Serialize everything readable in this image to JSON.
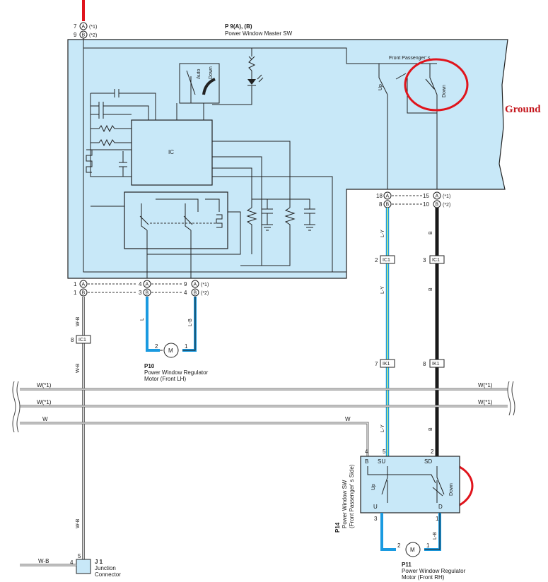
{
  "master_switch": {
    "code": "P 9(A), (B)",
    "name": "Power Window Master SW",
    "ic_label": "IC",
    "auto_label": "Auto",
    "down_label": "Down",
    "front_passenger_label": "Front Passenger' s",
    "up_label": "Up",
    "down_label_2": "Down"
  },
  "annotation": {
    "text": "Ground",
    "color": "#c4161c"
  },
  "top_pins": [
    {
      "num": "7",
      "conn": "A",
      "note": "(*1)"
    },
    {
      "num": "9",
      "conn": "B",
      "note": "(*2)"
    }
  ],
  "right_pins": [
    {
      "left_num": "18",
      "left_conn": "A",
      "right_num": "15",
      "right_conn": "A",
      "note": "(*1)"
    },
    {
      "left_num": "8",
      "left_conn": "B",
      "right_num": "10",
      "right_conn": "B",
      "note": "(*2)"
    }
  ],
  "bottom_pins": [
    {
      "a_num": "1",
      "a_conn": "A",
      "b_num": "4",
      "b_conn": "A",
      "c_num": "9",
      "c_conn": "A",
      "note": "(*1)"
    },
    {
      "a_num": "1",
      "a_conn": "B",
      "b_num": "3",
      "b_conn": "B",
      "c_num": "4",
      "c_conn": "B",
      "note": "(*2)"
    }
  ],
  "wire_colors": {
    "w_b_1": "W-B",
    "w_b_2": "W-B",
    "w_b_3": "W-B",
    "w_b_4": "W-B",
    "l": "L",
    "l_b_1": "L-B",
    "l_y_1": "L-Y",
    "l_y_2": "L-Y",
    "l_y_3": "L-Y",
    "b_1": "B",
    "b_2": "B",
    "b_3": "B",
    "l_b_2": "L-B"
  },
  "inline_connectors": {
    "ic1_left": {
      "pin": "8",
      "name": "IC1"
    },
    "ic1_mid": {
      "pin": "2",
      "name": "IC1"
    },
    "ic1_right": {
      "pin": "3",
      "name": "IC1"
    },
    "ik1_mid": {
      "pin": "7",
      "name": "IK1"
    },
    "ik1_right": {
      "pin": "8",
      "name": "IK1"
    }
  },
  "bus_lines": [
    {
      "left": "W(*1)",
      "right": "W(*1)"
    },
    {
      "left": "W(*1)",
      "right": "W(*1)"
    },
    {
      "left": "W",
      "right": "W"
    }
  ],
  "motor_lh": {
    "code": "P10",
    "line1": "Power Window Regulator",
    "line2": "Motor (Front LH)",
    "symbol": "M",
    "pin_left": "2",
    "pin_right": "1"
  },
  "passenger_switch": {
    "code": "P14",
    "line1": "Power Window SW",
    "line2": "(Front Passenger' s Side)",
    "pin_b": "4",
    "pin_su": "5",
    "pin_sd": "2",
    "label_b": "B",
    "label_su": "SU",
    "label_sd": "SD",
    "label_up": "Up",
    "label_down": "Down",
    "label_u": "U",
    "label_d": "D",
    "pin_u": "3",
    "pin_d": "1"
  },
  "motor_rh": {
    "code": "P11",
    "line1": "Power Window Regulator",
    "line2": "Motor (Front RH)",
    "symbol": "M",
    "pin_left": "2",
    "pin_right": "1"
  },
  "junction": {
    "code": "J 1",
    "line1": "Junction",
    "line2": "Connector",
    "pin_top": "5",
    "pin_left": "4",
    "wire": "W-B"
  },
  "colors": {
    "box_fill": "#c8e8f8",
    "wire_blue": "#1a9ae0",
    "wire_black": "#1a1a1a",
    "wire_lightgreen": "#bfe88a",
    "highlight_red": "#e0141c",
    "feed_red": "#e0141c"
  }
}
